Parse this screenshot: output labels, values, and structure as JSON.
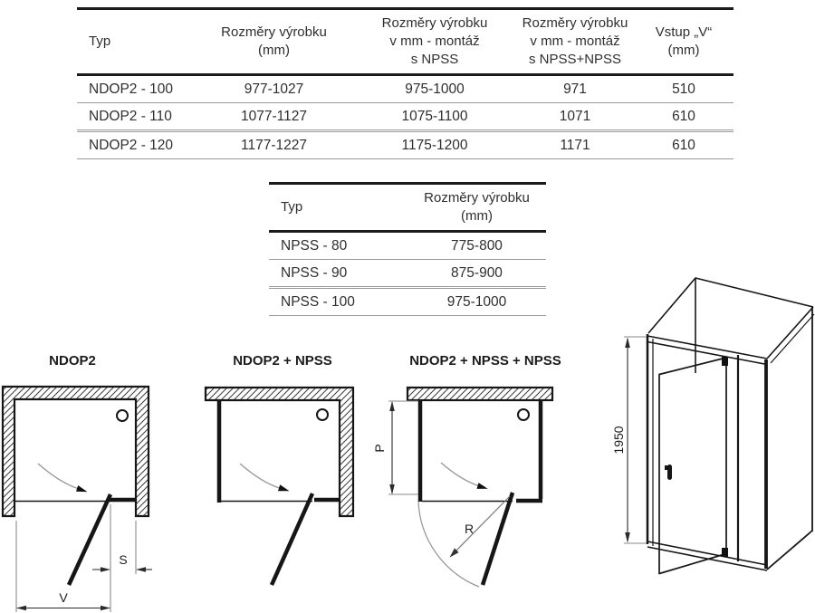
{
  "table1": {
    "columns": [
      "Typ",
      "Rozměry výrobku\n(mm)",
      "Rozměry výrobku\nv mm - montáž\ns NPSS",
      "Rozměry výrobku\nv mm - montáž\ns NPSS+NPSS",
      "Vstup „V“\n(mm)"
    ],
    "rows": [
      [
        "NDOP2 - 100",
        "977-1027",
        "975-1000",
        "971",
        "510"
      ],
      [
        "NDOP2 - 110",
        "1077-1127",
        "1075-1100",
        "1071",
        "610"
      ],
      [
        "NDOP2 - 120",
        "1177-1227",
        "1175-1200",
        "1171",
        "610"
      ]
    ]
  },
  "table2": {
    "columns": [
      "Typ",
      "Rozměry výrobku\n(mm)"
    ],
    "rows": [
      [
        "NPSS - 80",
        "775-800"
      ],
      [
        "NPSS - 90",
        "875-900"
      ],
      [
        "NPSS - 100",
        "975-1000"
      ]
    ]
  },
  "diagrams": {
    "d1": {
      "title": "NDOP2",
      "label_s": "S",
      "label_v": "V"
    },
    "d2": {
      "title": "NDOP2 + NPSS"
    },
    "d3": {
      "title": "NDOP2 + NPSS + NPSS",
      "label_p": "P",
      "label_r": "R"
    },
    "iso": {
      "height_label": "1950"
    }
  },
  "colors": {
    "line": "#161616",
    "grid": "#9a9a9a",
    "thin": "#8a8a8a"
  }
}
